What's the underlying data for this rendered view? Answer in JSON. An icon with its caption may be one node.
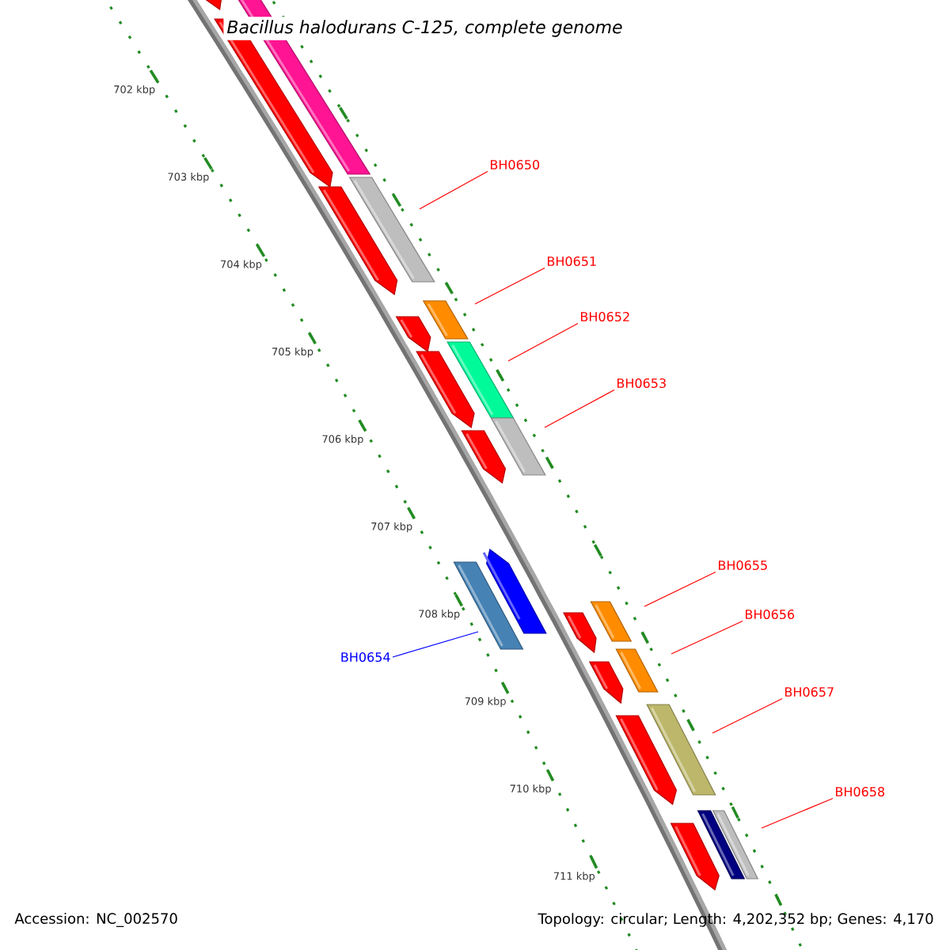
{
  "diagram": {
    "title": "Bacillus halodurans C-125, complete genome",
    "nodes": [
      {
        "text": [
          "BH0650"
        ]
      },
      {
        "text": [
          "BH0651"
        ]
      },
      {
        "text": [
          "BH0652"
        ]
      },
      {
        "text": [
          "BH0653"
        ]
      },
      {
        "text": [
          "BH0655"
        ]
      },
      {
        "text": [
          "BH0656"
        ]
      },
      {
        "text": [
          "BH0654"
        ]
      },
      {
        "text": [
          "BH0657"
        ]
      },
      {
        "text": [
          "BH0658"
        ]
      }
    ],
    "edges": [
      {
        "from": 0,
        "to": null,
        "arrow": "none"
      },
      {
        "from": 1,
        "to": null,
        "arrow": "none"
      },
      {
        "from": 2,
        "to": null,
        "arrow": "none"
      },
      {
        "from": 3,
        "to": null,
        "arrow": "none"
      },
      {
        "from": 4,
        "to": null,
        "arrow": "none"
      },
      {
        "from": 5,
        "to": null,
        "arrow": "none"
      },
      {
        "from": 6,
        "to": null,
        "arrow": "none",
        "color": "#0000ff"
      },
      {
        "from": 7,
        "to": null,
        "arrow": "none"
      },
      {
        "from": 8,
        "to": null,
        "arrow": "none"
      }
    ],
    "labels": [
      "702 kbp",
      "703 kbp",
      "704 kbp",
      "705 kbp",
      "706 kbp",
      "707 kbp",
      "708 kbp",
      "709 kbp",
      "710 kbp",
      "711 kbp",
      "Accession: NC_002570",
      "Topology: circular; Length: 4,202,352 bp; Genes: 4,170"
    ]
  }
}
